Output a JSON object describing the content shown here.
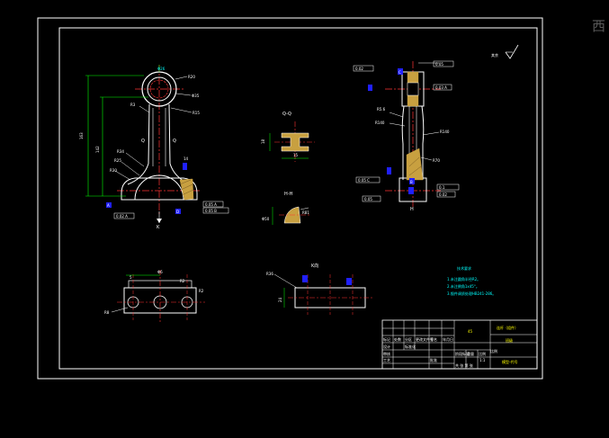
{
  "window": {
    "corner_char": "西"
  },
  "views": {
    "section_qq": "Q-Q",
    "section_hh": "H-H",
    "view_k": "K向",
    "label_k": "K",
    "label_q_left": "Q",
    "label_q_right": "Q",
    "label_h": "H",
    "label_c": "C",
    "label_a": "A",
    "label_b": "B",
    "label_d": "D"
  },
  "roughness_note": "其余",
  "dims": {
    "d26": "Φ26",
    "r20": "R20",
    "d35": "Φ35",
    "r15": "R15",
    "r3": "R3",
    "r34": "R34",
    "r25": "R25",
    "r30": "R30",
    "l163": "163",
    "l142": "142",
    "l14": "14",
    "w18": "18",
    "w50": "Φ50",
    "r81": "R81",
    "r140a": "R140",
    "r140b": "R140",
    "r70": "R70",
    "r56": "R5.6",
    "r36": "R36",
    "r2": "R2",
    "l24": "24",
    "r8": "R8",
    "l5": "5",
    "d6": "Φ6",
    "d15": "15"
  },
  "tolerances": {
    "t1": "0.02 A",
    "t2": "0.05 A",
    "t3": "0.05 B",
    "t4": "0.05 C",
    "t5": "0.02",
    "t6": "0.03 A",
    "t7": "0.05",
    "t8": "0.1"
  },
  "tech_req": {
    "title": "技术要求",
    "lines": [
      "1.未注圆角半径R2。",
      "2.未注倒角1x45°。",
      "3.锻件调质处理HB241-286。"
    ]
  },
  "title_block": {
    "material": "45",
    "name": "连杆（组件）",
    "company": "班级",
    "drawing_no": "模型-代号",
    "scale_label": "比例",
    "sheet_label": "共 张 第 张",
    "row_labels": [
      "标记",
      "处数",
      "分区",
      "更改文件号",
      "签名",
      "年月日"
    ],
    "row2_labels": [
      "设计",
      "标准化",
      "阶段标记",
      "重量",
      "比例"
    ],
    "row3_labels": [
      "审核",
      "工艺",
      "批准"
    ],
    "value_11": "1:1"
  }
}
